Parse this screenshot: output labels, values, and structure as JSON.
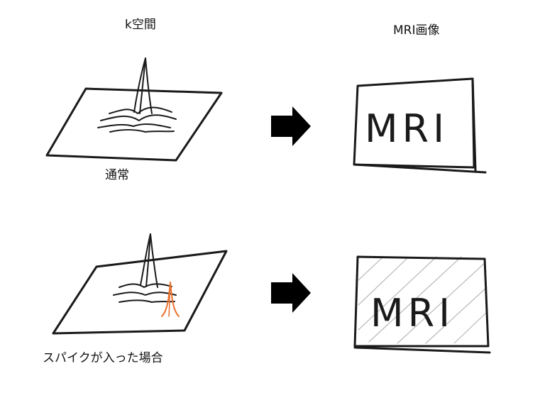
{
  "headings": {
    "kspace": "k空間",
    "mri_image": "MRI画像"
  },
  "captions": {
    "normal": "通常",
    "spike": "スパイクが入った場合"
  },
  "image_text": {
    "top": "MRI",
    "bottom": "MRI"
  },
  "colors": {
    "stroke": "#1a1a1a",
    "spike": "#e8712f",
    "arrow": "#000000",
    "hatch": "#b8b8b8"
  },
  "icons": {
    "arrow": "right-arrow-icon"
  }
}
